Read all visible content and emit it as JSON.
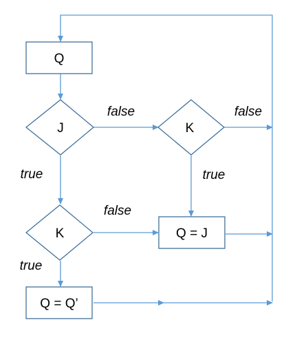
{
  "colors": {
    "box_stroke": "#41719c",
    "edge_stroke": "#5b9bd5",
    "text": "#000000"
  },
  "nodes": {
    "q_box": "Q",
    "j_diamond": "J",
    "k_diamond_top": "K",
    "k_diamond_bottom": "K",
    "q_equals_j_box": "Q = J",
    "q_equals_qprime_box": "Q = Q’"
  },
  "edge_labels": {
    "j_false": "false",
    "k_top_false": "false",
    "j_true": "true",
    "k_top_true": "true",
    "k_bottom_false": "false",
    "k_bottom_true": "true"
  }
}
